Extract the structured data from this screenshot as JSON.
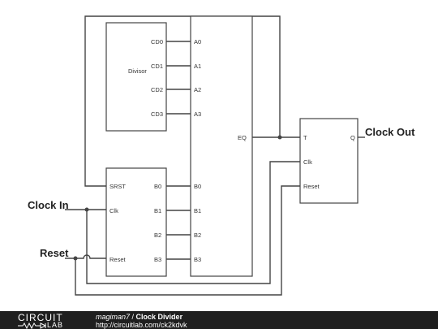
{
  "labels": {
    "clock_in": "Clock In",
    "reset": "Reset",
    "clock_out": "Clock Out"
  },
  "divisor_block": {
    "name": "Divisor",
    "pins": [
      "CD0",
      "CD1",
      "CD2",
      "CD3"
    ]
  },
  "counter_block": {
    "pins": [
      "SRST",
      "Clk",
      "Reset"
    ],
    "outputs": [
      "B0",
      "B1",
      "B2",
      "B3"
    ]
  },
  "comparator_block": {
    "a_pins": [
      "A0",
      "A1",
      "A2",
      "A3"
    ],
    "b_pins": [
      "B0",
      "B1",
      "B2",
      "B3"
    ],
    "output": "EQ"
  },
  "toggle_flipflop": {
    "pins": [
      "T",
      "Clk",
      "Reset"
    ],
    "output": "Q"
  },
  "footer": {
    "logo_top": "CIRCUIT",
    "logo_bottom": "LAB",
    "user": "magiman7",
    "separator": " / ",
    "title": "Clock Divider",
    "url": "http://circuitlab.com/ck2kdvk"
  }
}
